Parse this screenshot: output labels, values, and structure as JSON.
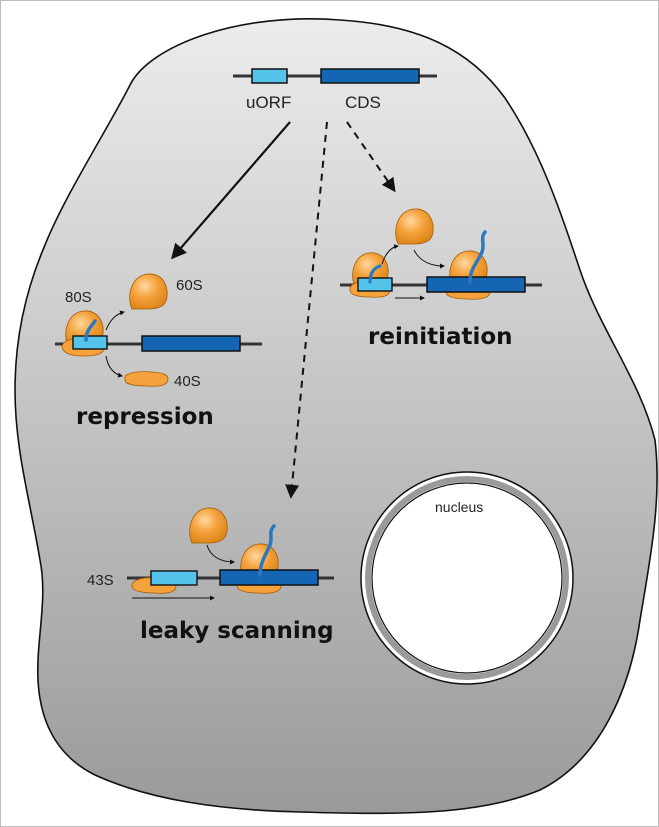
{
  "colors": {
    "cell_fill_top": "#ececec",
    "cell_fill_bottom": "#9a9a9a",
    "uorf": "#54c4ea",
    "cds": "#1565b5",
    "ribosome": "#f5a23c",
    "ribosome_dark": "#d77f12",
    "nascent_peptide": "#2a78c2"
  },
  "gene": {
    "uorf_label": "uORF",
    "cds_label": "CDS"
  },
  "repression": {
    "title": "repression",
    "label_80s": "80S",
    "label_60s": "60S",
    "label_40s": "40S"
  },
  "reinitiation": {
    "title": "reinitiation"
  },
  "leaky": {
    "title": "leaky scanning",
    "label_43s": "43S"
  },
  "nucleus": {
    "label": "nucleus"
  }
}
